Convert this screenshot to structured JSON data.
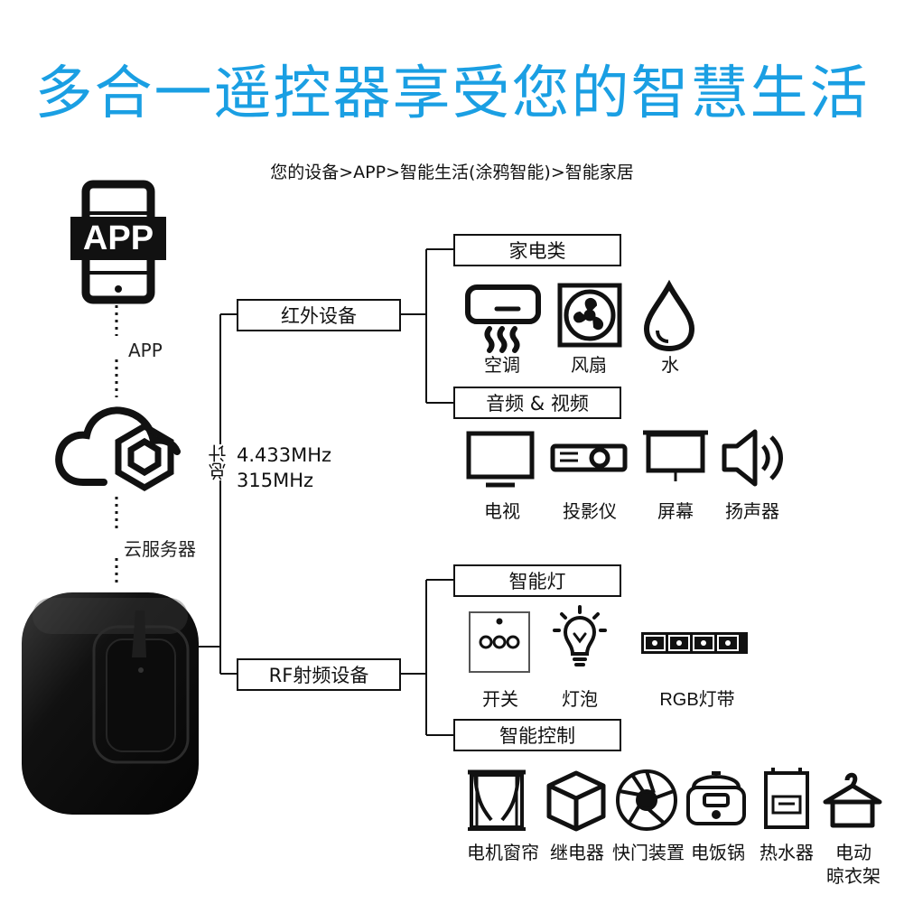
{
  "title": "多合一遥控器享受您的智慧生活",
  "path": "您的设备>APP>智能生活(涂鸦智能)>智能家居",
  "left": {
    "app_badge": "APP",
    "app_label": "APP",
    "cloud_label": "云服务器",
    "freq_vertical": "总计",
    "freq_1": "4.433MHz",
    "freq_2": "315MHz"
  },
  "ir": {
    "label": "红外设备",
    "cat_appliance": "家电类",
    "items_appliance": [
      "空调",
      "风扇",
      "水"
    ],
    "cat_av": "音频 & 视频",
    "items_av": [
      "电视",
      "投影仪",
      "屏幕",
      "扬声器"
    ]
  },
  "rf": {
    "label": "RF射频设备",
    "cat_light": "智能灯",
    "items_light": [
      "开关",
      "灯泡",
      "RGB灯带"
    ],
    "cat_control": "智能控制",
    "items_control": [
      "电机窗帘",
      "继电器",
      "快门装置",
      "电饭锅",
      "热水器",
      "电动",
      "晾衣架"
    ]
  },
  "icons": [
    "phone-app-icon",
    "cloud-icon",
    "hub-device-image",
    "air-conditioner-icon",
    "fan-icon",
    "water-drop-icon",
    "tv-icon",
    "projector-icon",
    "screen-icon",
    "speaker-icon",
    "switch-icon",
    "bulb-icon",
    "rgb-strip-icon",
    "curtain-icon",
    "relay-cube-icon",
    "shutter-icon",
    "rice-cooker-icon",
    "water-heater-icon",
    "clothes-hanger-icon"
  ],
  "colors": {
    "title": "#1a9fe3",
    "ink": "#111111",
    "device": "#0a0a0a"
  }
}
